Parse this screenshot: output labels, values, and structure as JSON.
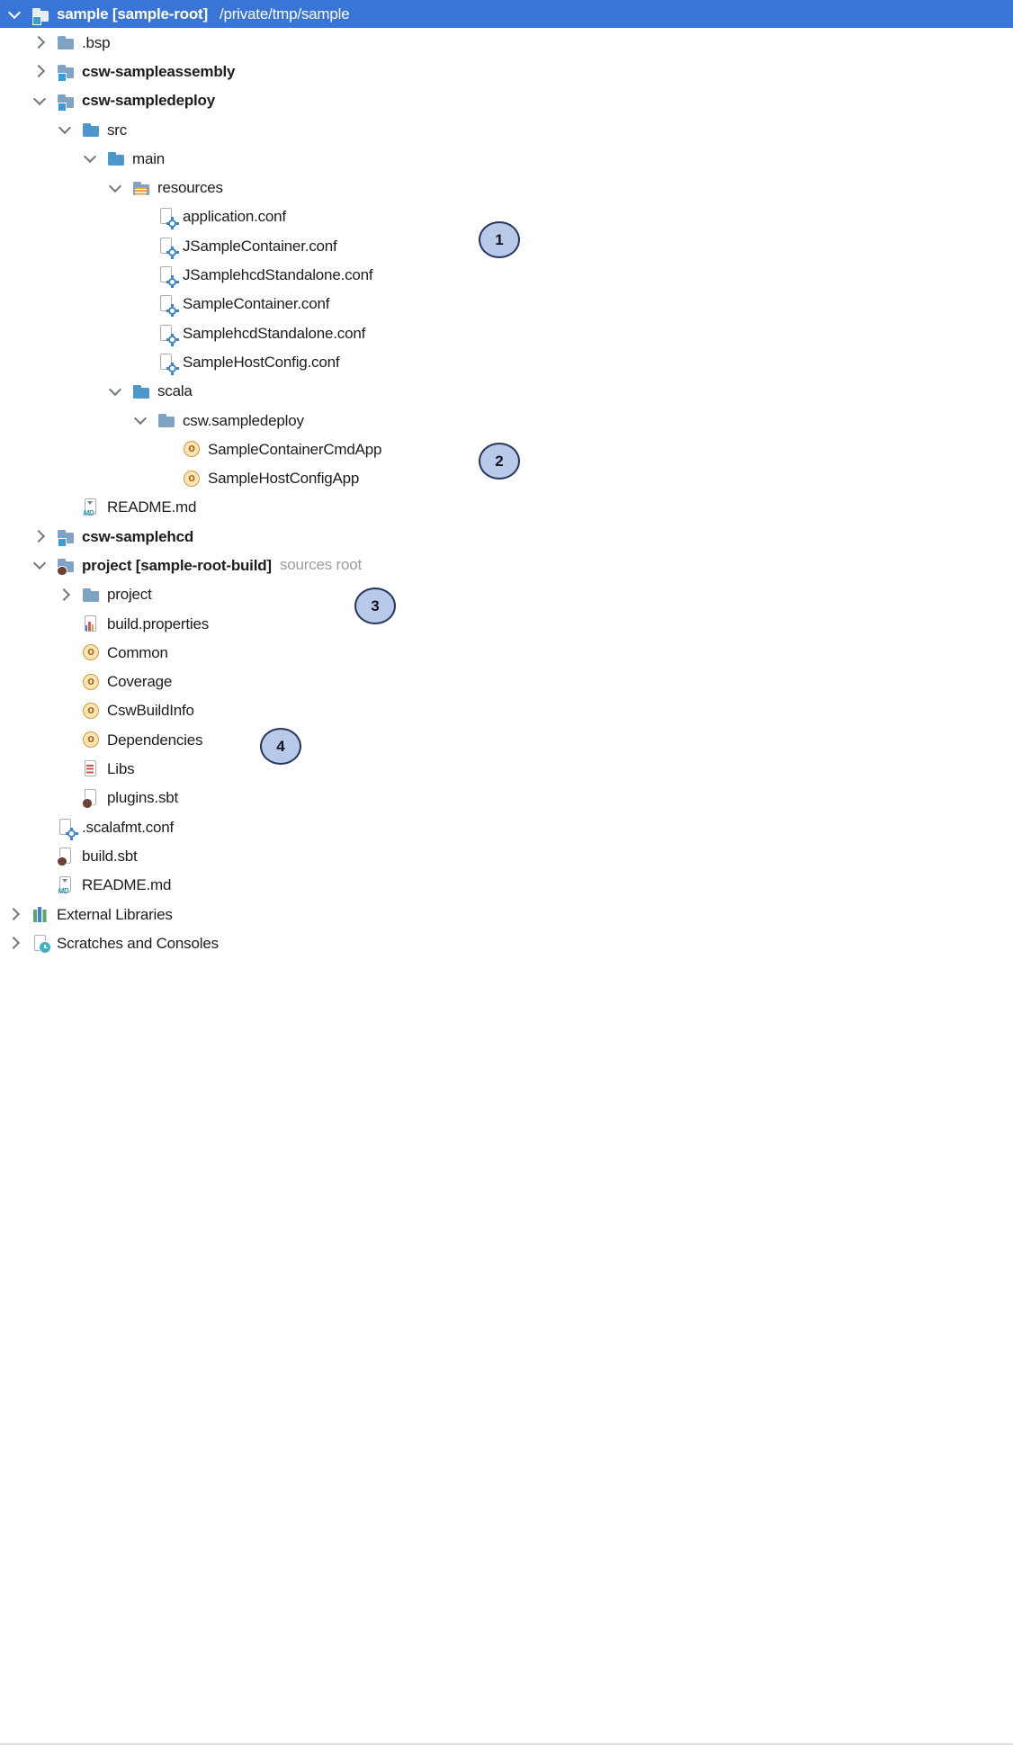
{
  "root": {
    "label": "sample [sample-root]",
    "path": "/private/tmp/sample",
    "icon": "module-folder-icon",
    "state": "expanded",
    "selected": true
  },
  "tree": {
    "items": [
      {
        "label": ".bsp",
        "level": 1,
        "state": "collapsed",
        "icon": "folder-icon",
        "bold": false
      },
      {
        "label": "csw-sampleassembly",
        "level": 1,
        "state": "collapsed",
        "icon": "module-folder-icon",
        "bold": true
      },
      {
        "label": "csw-sampledeploy",
        "level": 1,
        "state": "expanded",
        "icon": "module-folder-icon",
        "bold": true
      },
      {
        "label": "src",
        "level": 2,
        "state": "expanded",
        "icon": "folder-icon",
        "bold": false
      },
      {
        "label": "main",
        "level": 3,
        "state": "expanded",
        "icon": "folder-icon",
        "bold": false
      },
      {
        "label": "resources",
        "level": 4,
        "state": "expanded",
        "icon": "resources-folder-icon",
        "bold": false
      },
      {
        "label": "application.conf",
        "level": 5,
        "state": "none",
        "icon": "config-file-icon",
        "bold": false
      },
      {
        "label": "JSampleContainer.conf",
        "level": 5,
        "state": "none",
        "icon": "config-file-icon",
        "bold": false
      },
      {
        "label": "JSamplehcdStandalone.conf",
        "level": 5,
        "state": "none",
        "icon": "config-file-icon",
        "bold": false
      },
      {
        "label": "SampleContainer.conf",
        "level": 5,
        "state": "none",
        "icon": "config-file-icon",
        "bold": false
      },
      {
        "label": "SamplehcdStandalone.conf",
        "level": 5,
        "state": "none",
        "icon": "config-file-icon",
        "bold": false
      },
      {
        "label": "SampleHostConfig.conf",
        "level": 5,
        "state": "none",
        "icon": "config-file-icon",
        "bold": false
      },
      {
        "label": "scala",
        "level": 4,
        "state": "expanded",
        "icon": "source-folder-icon",
        "bold": false
      },
      {
        "label": "csw.sampledeploy",
        "level": 5,
        "state": "expanded",
        "icon": "package-icon",
        "bold": false
      },
      {
        "label": "SampleContainerCmdApp",
        "level": 6,
        "state": "none",
        "icon": "scala-object-icon",
        "bold": false
      },
      {
        "label": "SampleHostConfigApp",
        "level": 6,
        "state": "none",
        "icon": "scala-object-icon",
        "bold": false
      },
      {
        "label": "README.md",
        "level": 2,
        "state": "none",
        "icon": "markdown-file-icon",
        "bold": false
      },
      {
        "label": "csw-samplehcd",
        "level": 1,
        "state": "collapsed",
        "icon": "module-folder-icon",
        "bold": true
      },
      {
        "label": "project [sample-root-build]",
        "level": 1,
        "state": "expanded",
        "icon": "sbt-module-folder-icon",
        "bold": true,
        "secondary": "sources root"
      },
      {
        "label": "project",
        "level": 2,
        "state": "collapsed",
        "icon": "folder-icon",
        "bold": false
      },
      {
        "label": "build.properties",
        "level": 2,
        "state": "none",
        "icon": "properties-file-icon",
        "bold": false
      },
      {
        "label": "Common",
        "level": 2,
        "state": "none",
        "icon": "scala-object-icon",
        "bold": false
      },
      {
        "label": "Coverage",
        "level": 2,
        "state": "none",
        "icon": "scala-object-icon",
        "bold": false
      },
      {
        "label": "CswBuildInfo",
        "level": 2,
        "state": "none",
        "icon": "scala-object-icon",
        "bold": false
      },
      {
        "label": "Dependencies",
        "level": 2,
        "state": "none",
        "icon": "scala-object-icon",
        "bold": false
      },
      {
        "label": "Libs",
        "level": 2,
        "state": "none",
        "icon": "scala-file-icon",
        "bold": false
      },
      {
        "label": "plugins.sbt",
        "level": 2,
        "state": "none",
        "icon": "sbt-file-icon",
        "bold": false
      },
      {
        "label": ".scalafmt.conf",
        "level": 1,
        "state": "none",
        "icon": "config-file-icon",
        "bold": false
      },
      {
        "label": "build.sbt",
        "level": 1,
        "state": "none",
        "icon": "sbt-file-icon",
        "bold": false
      },
      {
        "label": "README.md",
        "level": 1,
        "state": "none",
        "icon": "markdown-file-icon",
        "bold": false
      },
      {
        "label": "External Libraries",
        "level": 0,
        "state": "collapsed",
        "icon": "library-icon",
        "bold": false
      },
      {
        "label": "Scratches and Consoles",
        "level": 0,
        "state": "collapsed",
        "icon": "scratches-icon",
        "bold": false
      }
    ]
  },
  "annotations": [
    "1",
    "2",
    "3",
    "4"
  ],
  "colors": {
    "selection_blue": "#3875D6",
    "annotation_fill": "#B9C9EA",
    "annotation_border": "#27375E",
    "secondary_text": "#9E9E9E",
    "text": "#1D1D1F"
  }
}
